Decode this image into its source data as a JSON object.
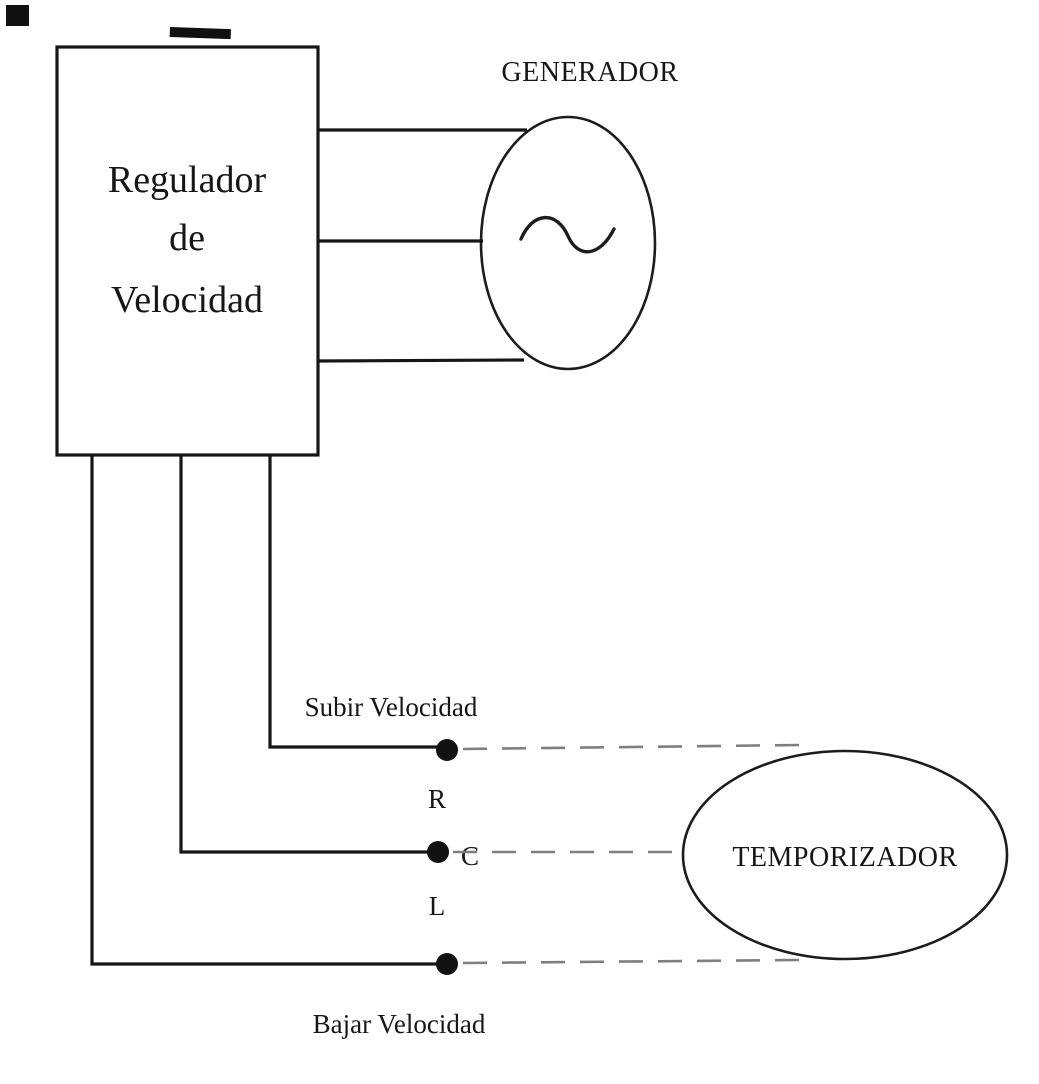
{
  "regulator": {
    "label_lines": [
      "Regulador",
      "de",
      "Velocidad"
    ]
  },
  "generator": {
    "label": "GENERADOR"
  },
  "timer": {
    "label": "TEMPORIZADOR"
  },
  "terminals": {
    "subir": "Subir Velocidad",
    "bajar": "Bajar Velocidad",
    "r": "R",
    "c": "C",
    "l": "L"
  },
  "colors": {
    "line": "#161616",
    "dashed_link": "#7f7f7f",
    "background": "#ffffff"
  }
}
